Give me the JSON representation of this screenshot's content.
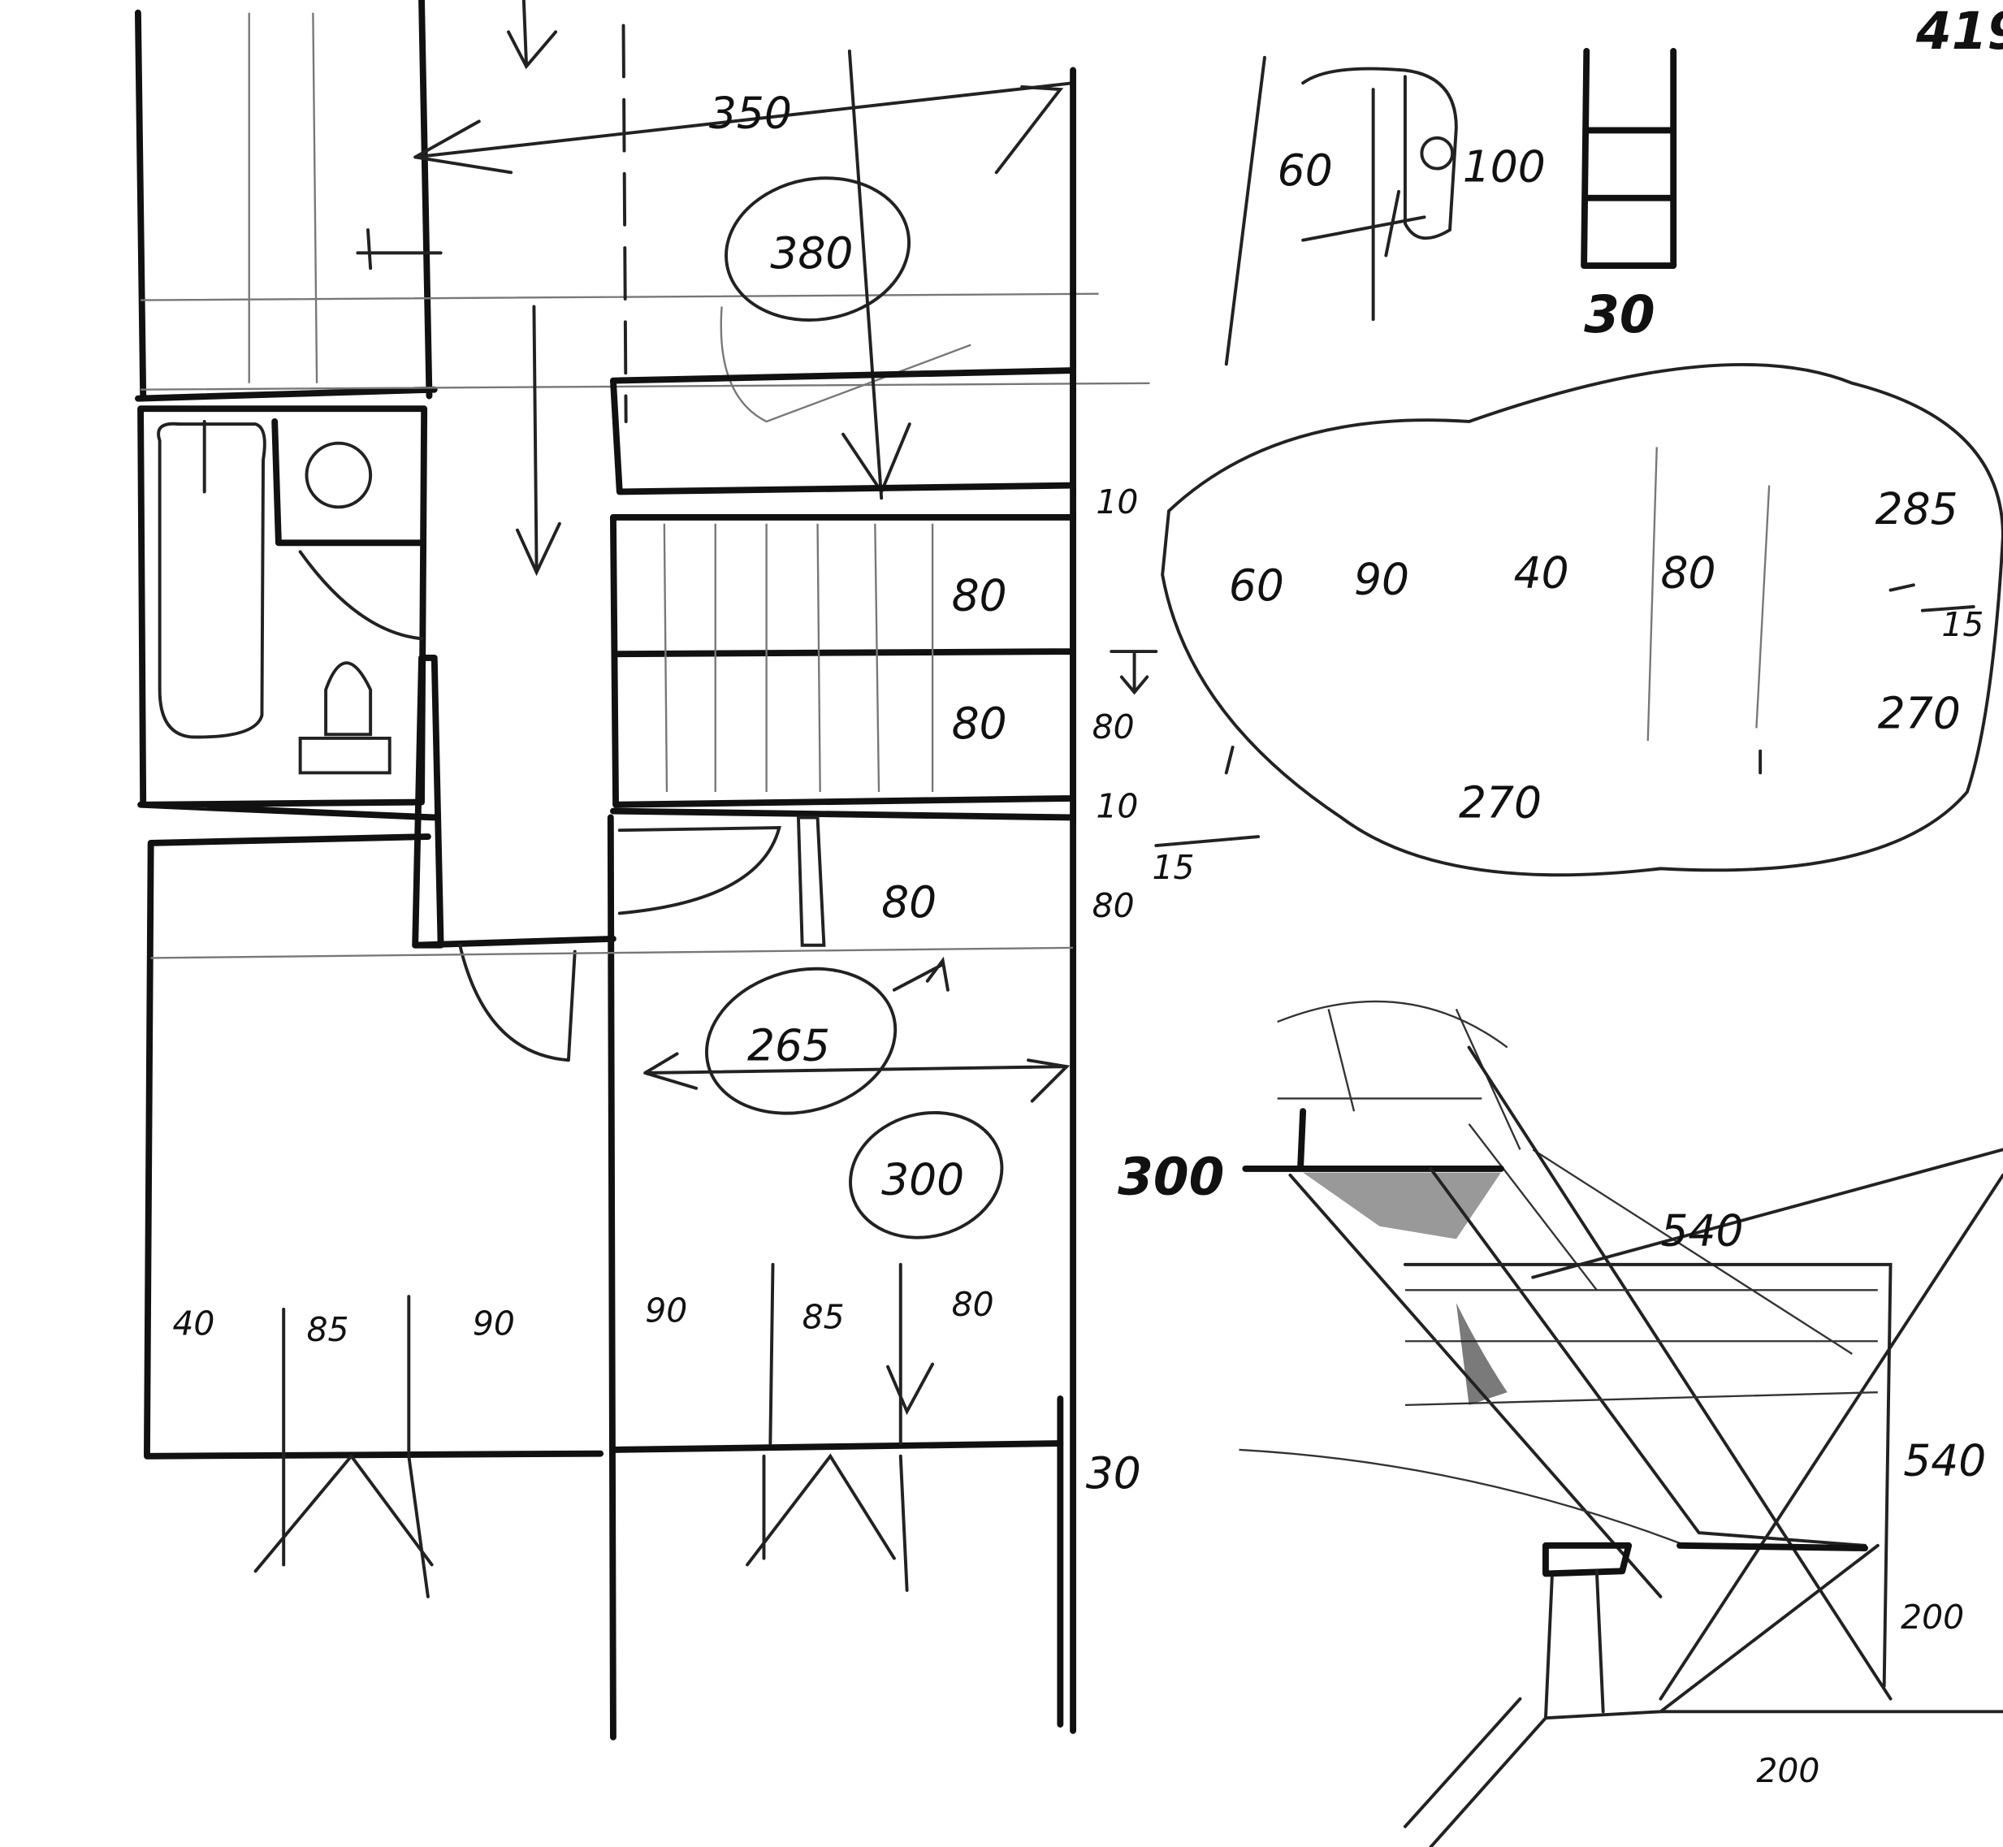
{
  "sheet": {
    "page_number": "419",
    "plan": {
      "top_width": "350",
      "top_room": "380",
      "stair_rows": [
        "80",
        "80"
      ],
      "right_dims": [
        "10",
        "80",
        "10",
        "80"
      ],
      "side_dim": "15",
      "mid_door": "80",
      "lower_width": "265",
      "lower_room": "300",
      "bottom_dims": [
        "40",
        "85",
        "90",
        "90",
        "85",
        "80"
      ],
      "wall_depth": "30"
    },
    "detail": {
      "width": "60",
      "depth": "100",
      "shelf_width": "30"
    },
    "bubble": {
      "row": [
        "60",
        "90",
        "40",
        "80"
      ],
      "total": "270",
      "right_top": "285",
      "right_minus": "15",
      "right_total": "270"
    },
    "perspective": {
      "height": "300",
      "top": "540",
      "side": "540",
      "base_a": "200",
      "base_b": "200"
    }
  }
}
